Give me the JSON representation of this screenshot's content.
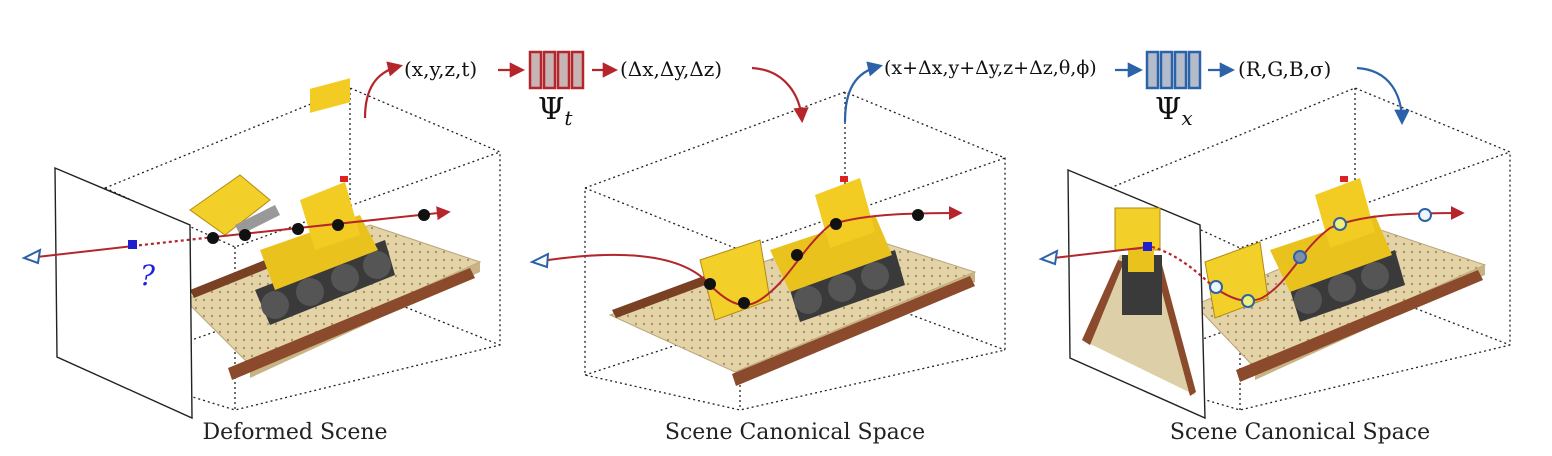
{
  "panels": [
    {
      "caption": "Deformed Scene"
    },
    {
      "caption": "Scene Canonical Space"
    },
    {
      "caption": "Scene Canonical Space"
    }
  ],
  "pipeline": {
    "input_t": "(x,y,z,t)",
    "net_t_symbol": "Ψ",
    "net_t_sub": "t",
    "output_t": "(Δx,Δy,Δz)",
    "input_x": "(x+Δx,y+Δy,z+Δz,θ,ϕ)",
    "net_x_symbol": "Ψ",
    "net_x_sub": "x",
    "output_x": "(R,G,B,σ)"
  },
  "question_mark": "?",
  "colors": {
    "red": "#b4262b",
    "blue": "#2c62a8",
    "net_t_fill": "#c8b4b4",
    "net_x_fill": "#b4bccb",
    "pixel_blue": "#1f1fd0",
    "sample_fill": "#f2f07a",
    "sample_stroke": "#2c62a8"
  }
}
